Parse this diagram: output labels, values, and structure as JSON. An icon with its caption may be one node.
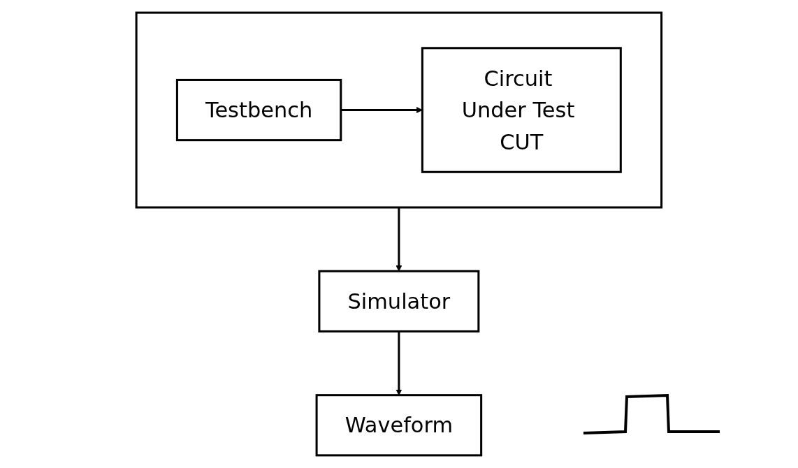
{
  "diagram": {
    "nodes": [
      {
        "text": [],
        "shape": "box"
      },
      {
        "text": [
          "Testbench"
        ],
        "in": 0
      },
      {
        "text": [
          "Circuit Under Test CUT"
        ],
        "in": 0
      },
      {
        "text": [
          "Simulator"
        ]
      },
      {
        "text": [
          "Waveform"
        ]
      }
    ],
    "edges": [
      {
        "from": 1,
        "to": 2,
        "arrow": "to"
      },
      {
        "from": 0,
        "to": 3,
        "arrow": "to"
      },
      {
        "from": 3,
        "to": 4,
        "arrow": "to"
      }
    ]
  }
}
